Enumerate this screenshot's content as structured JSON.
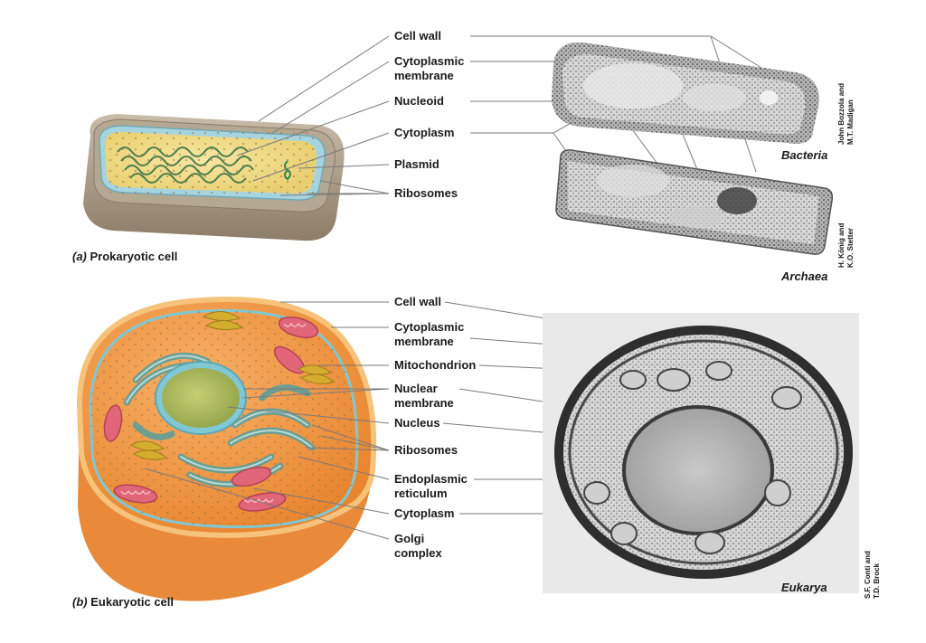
{
  "panel_a": {
    "caption_letter": "(a)",
    "caption_text": "Prokaryotic cell",
    "labels": {
      "cell_wall": "Cell wall",
      "cytoplasmic_membrane": "Cytoplasmic\nmembrane",
      "nucleoid": "Nucleoid",
      "cytoplasm": "Cytoplasm",
      "plasmid": "Plasmid",
      "ribosomes": "Ribosomes"
    },
    "micrographs": {
      "bacteria_name": "Bacteria",
      "bacteria_credit": "John Bozzola and\nM.T. Madigan",
      "archaea_name": "Archaea",
      "archaea_credit": "H. König and\nK.O. Stetter"
    }
  },
  "panel_b": {
    "caption_letter": "(b)",
    "caption_text": "Eukaryotic cell",
    "labels": {
      "cell_wall": "Cell wall",
      "cytoplasmic_membrane": "Cytoplasmic\nmembrane",
      "mitochondrion": "Mitochondrion",
      "nuclear_membrane": "Nuclear\nmembrane",
      "nucleus": "Nucleus",
      "ribosomes": "Ribosomes",
      "endoplasmic_reticulum": "Endoplasmic\nreticulum",
      "cytoplasm": "Cytoplasm",
      "golgi_complex": "Golgi\ncomplex"
    },
    "micrographs": {
      "eukarya_name": "Eukarya",
      "eukarya_credit": "S.F. Conti and T.D. Brock"
    }
  },
  "colors": {
    "prokaryote_wall": "#a89a86",
    "prokaryote_membrane": "#9fd0dc",
    "prokaryote_cytoplasm": "#f1dc86",
    "nucleoid": "#5d8b57",
    "eukaryote_cytoplasm": "#f09a48",
    "eukaryote_wall": "#f7c27a",
    "nucleus": "#a8b85a",
    "mitochondrion": "#e2667a",
    "golgi": "#c9a227",
    "er": "#7fb8b0",
    "leader_line": "#7a7a7a"
  }
}
